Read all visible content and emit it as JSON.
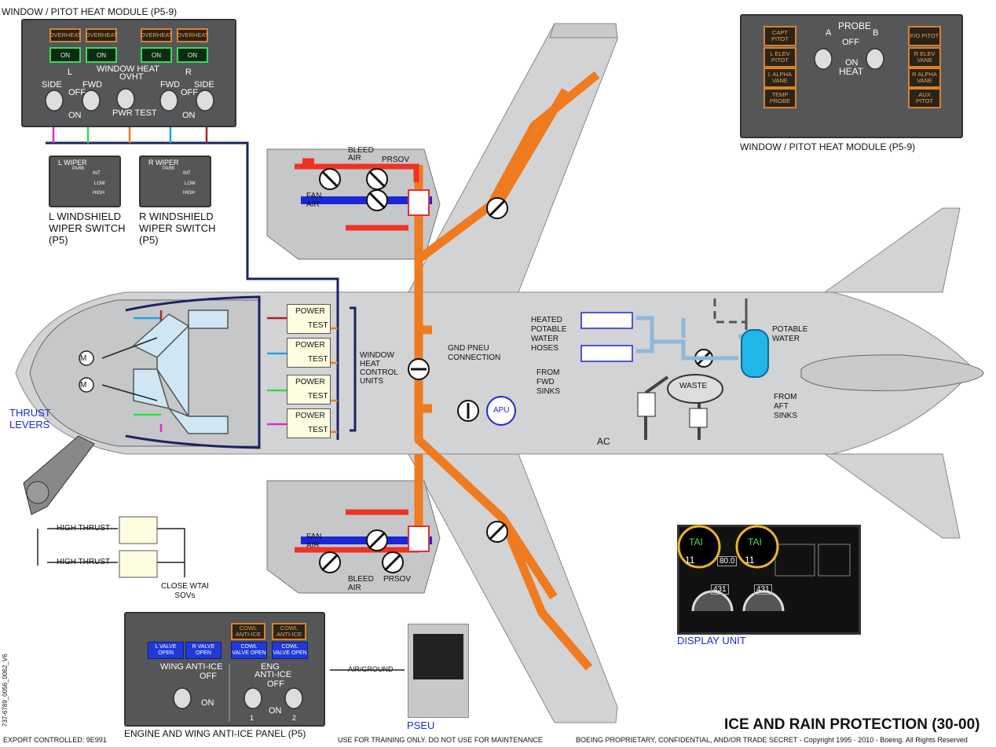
{
  "pitot_panel_left": {
    "title": "WINDOW / PITOT HEAT MODULE (P5-9)",
    "overheat": [
      "OVERHEAT",
      "OVERHEAT",
      "OVERHEAT",
      "OVERHEAT"
    ],
    "on": [
      "ON",
      "ON",
      "ON",
      "ON"
    ],
    "window_heat": "WINDOW HEAT",
    "l": "L",
    "r": "R",
    "side_l": "SIDE",
    "fwd_l": "FWD",
    "off_l": "OFF",
    "on_l": "ON",
    "ovht": "OVHT",
    "pwr_test": "PWR TEST",
    "fwd_r": "FWD",
    "side_r": "SIDE",
    "off_r": "OFF",
    "on_r": "ON"
  },
  "pitot_panel_right": {
    "title": "WINDOW / PITOT HEAT MODULE (P5-9)",
    "probe": "PROBE",
    "a": "A",
    "b": "B",
    "off": "OFF",
    "on": "ON",
    "heat": "HEAT",
    "left_lights": [
      "CAPT PITOT",
      "L ELEV PITOT",
      "L ALPHA VANE",
      "TEMP PROBE"
    ],
    "right_lights": [
      "F/O PITOT",
      "R ELEV VANE",
      "R ALPHA VANE",
      "AUX PITOT"
    ]
  },
  "wipers": {
    "l_switch_title": "L WIPER",
    "r_switch_title": "R WIPER",
    "park": "PARK",
    "int": "INT",
    "low": "LOW",
    "high": "HIGH",
    "l_caption": [
      "L WINDSHIELD",
      "WIPER SWITCH",
      "(P5)"
    ],
    "r_caption": [
      "R WINDSHIELD",
      "WIPER SWITCH",
      "(P5)"
    ]
  },
  "engine_top": {
    "bleed_air": [
      "BLEED",
      "AIR"
    ],
    "prsov": "PRSOV",
    "fan_air": [
      "FAN",
      "AIR"
    ]
  },
  "engine_bottom": {
    "bleed_air": [
      "BLEED",
      "AIR"
    ],
    "prsov": "PRSOV",
    "fan_air": [
      "FAN",
      "AIR"
    ]
  },
  "fuselage": {
    "power": "POWER",
    "test": "TEST",
    "whcu": [
      "WINDOW",
      "HEAT",
      "CONTROL",
      "UNITS"
    ],
    "gnd_pneu": [
      "GND PNEU",
      "CONNECTION"
    ],
    "apu": "APU",
    "heated_hoses": [
      "HEATED",
      "POTABLE",
      "WATER",
      "HOSES"
    ],
    "potable_water": [
      "POTABLE",
      "WATER"
    ],
    "waste": "WASTE",
    "from_fwd_sinks": [
      "FROM",
      "FWD",
      "SINKS"
    ],
    "from_aft_sinks": [
      "FROM",
      "AFT",
      "SINKS"
    ],
    "ac": "AC",
    "m": "M"
  },
  "thrust": {
    "levers": [
      "THRUST",
      "LEVERS"
    ],
    "high_thrust_1": "HIGH THRUST",
    "high_thrust_2": "HIGH THRUST",
    "close_wtai": [
      "CLOSE WTAI",
      "SOVs"
    ]
  },
  "anti_ice_panel": {
    "cowl_1": "COWL ANTI-ICE",
    "cowl_2": "COWL ANTI-ICE",
    "l_valve": "L VALVE OPEN",
    "r_valve": "R VALVE OPEN",
    "cowl_valve_1": "COWL VALVE OPEN",
    "cowl_valve_2": "COWL VALVE OPEN",
    "wing_anti_ice": "WING ANTI-ICE",
    "off_w": "OFF",
    "on_w": "ON",
    "eng": "ENG",
    "eng_anti_ice": "ANTI-ICE",
    "off_e": "OFF",
    "on_e": "ON",
    "one": "1",
    "two": "2",
    "caption": "ENGINE AND WING ANTI-ICE PANEL (P5)"
  },
  "pseu": {
    "air_ground": "AIR/GROUND",
    "label": "PSEU"
  },
  "display": {
    "tai_1": "TAI",
    "tai_2": "TAI",
    "n1_1": "11",
    "n1_2": "11",
    "val_80": "80.0",
    "egt_1": "431",
    "egt_2": "431",
    "label": "DISPLAY UNIT"
  },
  "footer": {
    "title": "ICE AND RAIN PROTECTION (30-00)",
    "export": "EXPORT CONTROLLED: 9E991",
    "training": "USE FOR TRAINING ONLY. DO NOT USE FOR MAINTENANCE",
    "copyright": "BOEING PROPRIETARY, CONFIDENTIAL, AND/OR TRADE SECRET - Copyright 1995 - 2010 - Boeing. All Rights Reserved",
    "doc_id": "737-6789_0056_0062_V6"
  },
  "colors": {
    "bleed": "#ee3322",
    "fan": "#1a26d9",
    "duct": "#f07a1e",
    "panel": "#555658",
    "fuselage": "#d2d3d5"
  }
}
